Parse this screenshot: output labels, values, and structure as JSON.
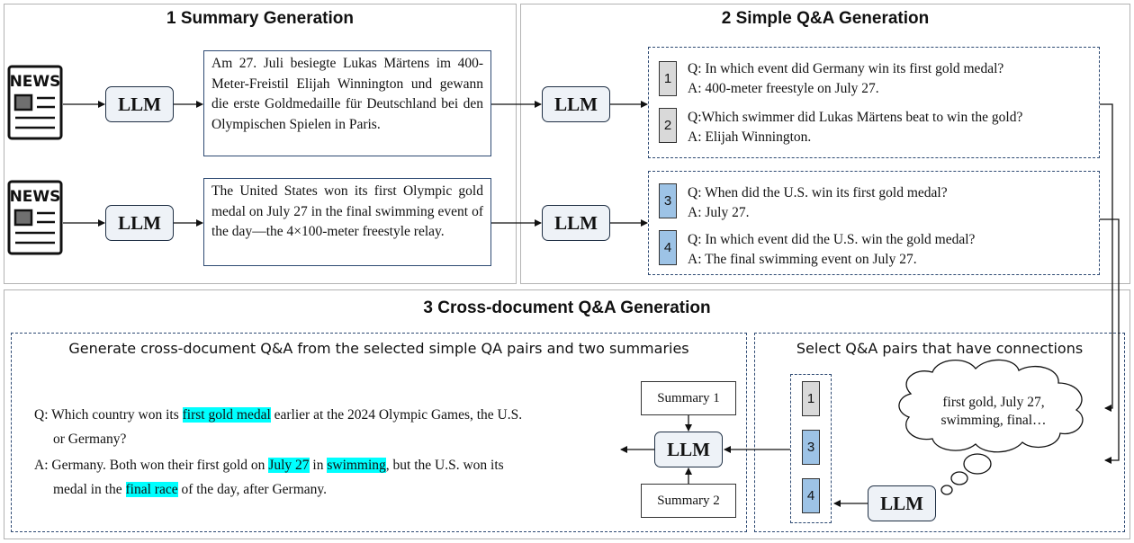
{
  "panels": {
    "summary": "1 Summary Generation",
    "simple": "2 Simple Q&A Generation",
    "cross": "3 Cross-document Q&A Generation",
    "cross_left": "Generate cross-document Q&A from the selected simple QA pairs and two summaries",
    "cross_right": "Select Q&A pairs that have connections"
  },
  "news_label": "NEWS",
  "llm_label": "LLM",
  "summaries": [
    "Am 27. Juli besiegte Lukas Märtens im 400-Meter-Freistil Elijah Winnington und gewann die erste Goldmedaille für Deutschland bei den Olympischen Spielen in Paris.",
    "The United States won its first Olympic gold medal on July 27 in the final swimming event of the day—the 4×100-meter freestyle relay."
  ],
  "qa_pairs": [
    {
      "num": "1",
      "q": "Q: In which event did Germany win its first gold medal?",
      "a": "A:  400-meter freestyle on July 27."
    },
    {
      "num": "2",
      "q": "Q:Which swimmer did Lukas Märtens beat to win the gold?",
      "a": "A: Elijah Winnington."
    },
    {
      "num": "3",
      "q": "Q: When did the U.S. win its first gold medal?",
      "a": "A:  July 27."
    },
    {
      "num": "4",
      "q": "Q: In which event did the U.S. win the gold medal?",
      "a": "A: The final swimming event on July 27."
    }
  ],
  "selected": [
    "1",
    "3",
    "4"
  ],
  "thought": [
    "first gold, July 27,",
    "swimming, final…"
  ],
  "summary_boxes": [
    "Summary 1",
    "Summary 2"
  ],
  "final_qa": {
    "q_prefix": "Q: Which country won its",
    "q_hl1": "first gold medal",
    "q_mid": "earlier at the 2024 Olympic Games, the U.S.",
    "q_line2": "or Germany?",
    "a_prefix": "A: Germany. Both won their first gold on",
    "a_hl1": "July 27",
    "a_mid1": "in",
    "a_hl2": "swimming",
    "a_mid2": ", but the U.S. won its",
    "a_line2_prefix": "medal in the",
    "a_hl3": "final race",
    "a_line2_suffix": "of the day, after Germany."
  },
  "colors": {
    "gray_tag": "#d9d9d9",
    "blue_tag": "#9dc3e6",
    "highlight": "#00ffff",
    "dashed": "#2e4a73"
  }
}
